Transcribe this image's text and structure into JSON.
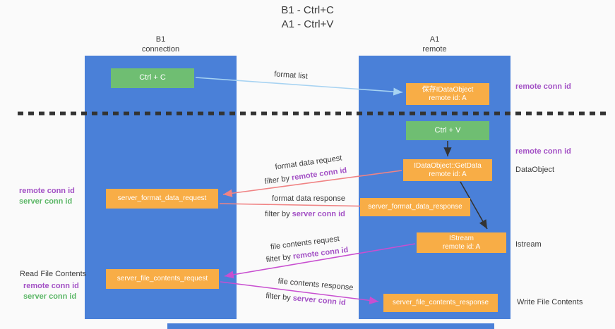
{
  "title": {
    "line1": "B1 - Ctrl+C",
    "line2": "A1 - Ctrl+V"
  },
  "lanes": {
    "left": {
      "name": "B1",
      "role": "connection"
    },
    "right": {
      "name": "A1",
      "role": "remote"
    }
  },
  "nodes": {
    "ctrl_c": "Ctrl + C",
    "save_idataobject": {
      "line1": "保存IDataObject",
      "line2": "remote id: A"
    },
    "ctrl_v": "Ctrl + V",
    "getdata": {
      "line1": "IDataObject::GetData",
      "line2": "remote id: A"
    },
    "fmt_req": "server_format_data_request",
    "fmt_resp": "server_format_data_response",
    "istream": {
      "line1": "IStream",
      "line2": "remote id: A"
    },
    "file_req": "server_file_contents_request",
    "file_resp": "server_file_contents_response"
  },
  "arrow_labels": {
    "format_list": "format list",
    "fmt_req_l1": "format data request",
    "fmt_req_l2_prefix": "filter by ",
    "fmt_req_l2_key": "remote conn id",
    "fmt_resp_l1": "format data response",
    "fmt_resp_l2_prefix": "filter by ",
    "fmt_resp_l2_key": "server conn id",
    "file_req_l1": "file contents request",
    "file_req_l2_prefix": "filter by ",
    "file_req_l2_key": "remote conn id",
    "file_resp_l1": "file contents response",
    "file_resp_l2_prefix": "filter by ",
    "file_resp_l2_key": "server conn id"
  },
  "side_labels": {
    "right_remote_conn_1": "remote conn id",
    "right_remote_conn_2": "remote conn id",
    "dataobject": "DataObject",
    "istream": "Istream",
    "write_file": "Write File Contents",
    "left_remote_conn_1": "remote conn id",
    "left_server_conn_1": "server conn id",
    "read_file": "Read File Contents",
    "left_remote_conn_2": "remote conn id",
    "left_server_conn_2": "server conn id"
  },
  "colors": {
    "lane": "#4a80d8",
    "green": "#6fbe72",
    "orange": "#f8ad46",
    "purple": "#a351c5",
    "text_green": "#5cb767",
    "arrow_blue": "#a7d3f2",
    "arrow_red": "#f08384",
    "arrow_magenta": "#c84fd0",
    "arrow_black": "#333333"
  }
}
